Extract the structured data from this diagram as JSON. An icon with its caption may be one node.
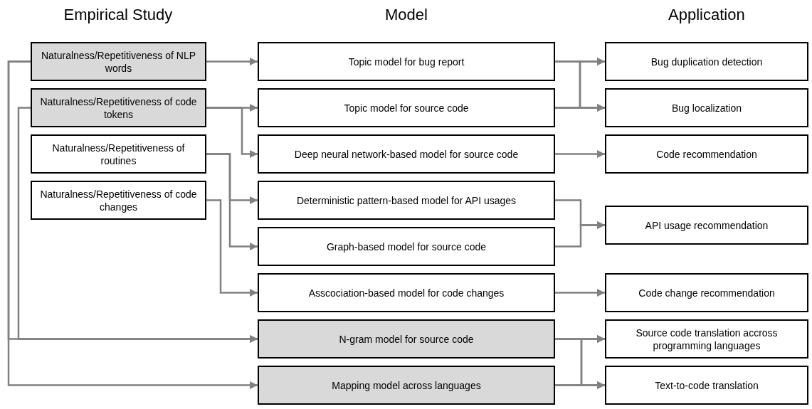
{
  "diagram": {
    "nodes": [
      {
        "text": [
          "Naturalness/Repetitiveness of NLP words"
        ]
      },
      {
        "text": [
          "Naturalness/Repetitiveness of code tokens"
        ]
      },
      {
        "text": [
          "Naturalness/Repetitiveness of routines"
        ]
      },
      {
        "text": [
          "Naturalness/Repetitiveness of code changes"
        ]
      },
      {
        "text": [
          "Topic model for bug report"
        ]
      },
      {
        "text": [
          "Topic model for source code"
        ]
      },
      {
        "text": [
          "Deep neural network-based model for source code"
        ]
      },
      {
        "text": [
          "Deterministic pattern-based model for API usages"
        ]
      },
      {
        "text": [
          "Graph-based model for source code"
        ]
      },
      {
        "text": [
          "Asscociation-based model for code changes"
        ]
      },
      {
        "text": [
          "N-gram model for source code"
        ]
      },
      {
        "text": [
          "Mapping model across languages"
        ]
      },
      {
        "text": [
          "Bug duplication detection"
        ]
      },
      {
        "text": [
          "Bug localization"
        ]
      },
      {
        "text": [
          "Code recommendation"
        ]
      },
      {
        "text": [
          "API usage recommendation"
        ]
      },
      {
        "text": [
          "Code change recommendation"
        ]
      },
      {
        "text": [
          "Source code translation accross programming languages"
        ]
      },
      {
        "text": [
          "Text-to-code translation"
        ]
      }
    ],
    "edges": [
      {
        "from": 0,
        "to": 4,
        "arrow": "to"
      },
      {
        "from": 0,
        "to": 10,
        "arrow": "to"
      },
      {
        "from": 0,
        "to": 11,
        "arrow": "to"
      },
      {
        "from": 1,
        "to": 5,
        "arrow": "to"
      },
      {
        "from": 1,
        "to": 6,
        "arrow": "to"
      },
      {
        "from": 1,
        "to": 10,
        "arrow": "to"
      },
      {
        "from": 2,
        "to": 7,
        "arrow": "to"
      },
      {
        "from": 2,
        "to": 8,
        "arrow": "to"
      },
      {
        "from": 3,
        "to": 9,
        "arrow": "to"
      },
      {
        "from": 4,
        "to": 12,
        "arrow": "to"
      },
      {
        "from": 4,
        "to": 13,
        "arrow": "to"
      },
      {
        "from": 5,
        "to": 12,
        "arrow": "to"
      },
      {
        "from": 5,
        "to": 13,
        "arrow": "to"
      },
      {
        "from": 6,
        "to": 14,
        "arrow": "to"
      },
      {
        "from": 7,
        "to": 15,
        "arrow": "to"
      },
      {
        "from": 8,
        "to": 15,
        "arrow": "to"
      },
      {
        "from": 9,
        "to": 16,
        "arrow": "to"
      },
      {
        "from": 10,
        "to": 17,
        "arrow": "to"
      },
      {
        "from": 10,
        "to": 18,
        "arrow": "to"
      },
      {
        "from": 11,
        "to": 17,
        "arrow": "to"
      },
      {
        "from": 11,
        "to": 18,
        "arrow": "to"
      }
    ],
    "labels": [
      "Empirical Study",
      "Model",
      "Application"
    ]
  }
}
